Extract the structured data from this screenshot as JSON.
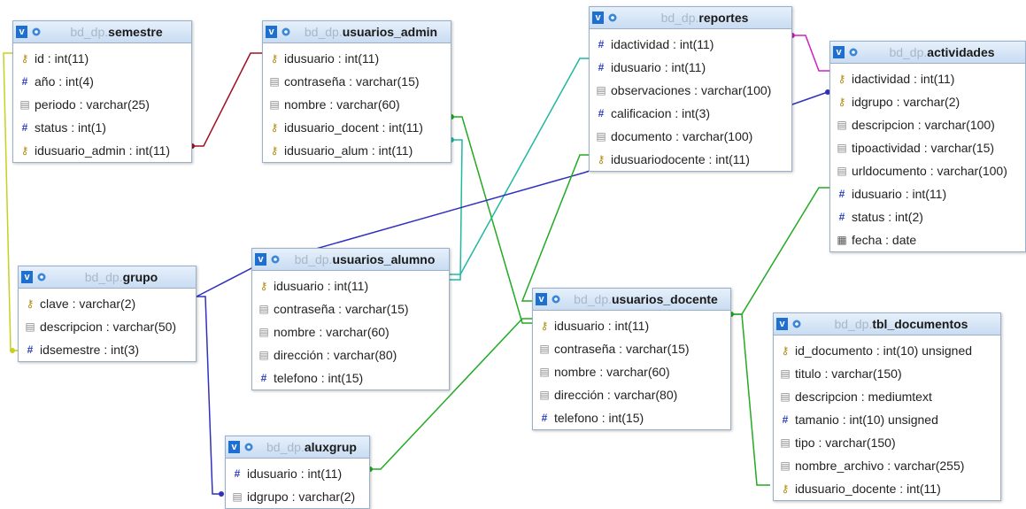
{
  "db_prefix": "bd_dp.",
  "tables": [
    {
      "id": "semestre",
      "name": "semestre",
      "cols": [
        {
          "icon": "key",
          "text": "id : int(11)"
        },
        {
          "icon": "hash",
          "text": "año : int(4)"
        },
        {
          "icon": "text",
          "text": "periodo : varchar(25)"
        },
        {
          "icon": "hash",
          "text": "status : int(1)"
        },
        {
          "icon": "key",
          "text": "idusuario_admin : int(11)"
        }
      ]
    },
    {
      "id": "usuarios_admin",
      "name": "usuarios_admin",
      "cols": [
        {
          "icon": "key",
          "text": "idusuario : int(11)"
        },
        {
          "icon": "text",
          "text": "contraseña : varchar(15)"
        },
        {
          "icon": "text",
          "text": "nombre : varchar(60)"
        },
        {
          "icon": "key",
          "text": "idusuario_docent : int(11)"
        },
        {
          "icon": "key",
          "text": "idusuario_alum : int(11)"
        }
      ]
    },
    {
      "id": "reportes",
      "name": "reportes",
      "cols": [
        {
          "icon": "hash",
          "text": "idactividad : int(11)"
        },
        {
          "icon": "hash",
          "text": "idusuario : int(11)"
        },
        {
          "icon": "text",
          "text": "observaciones : varchar(100)"
        },
        {
          "icon": "hash",
          "text": "calificacion : int(3)"
        },
        {
          "icon": "text",
          "text": "documento : varchar(100)"
        },
        {
          "icon": "key",
          "text": "idusuariodocente : int(11)"
        }
      ]
    },
    {
      "id": "actividades",
      "name": "actividades",
      "cols": [
        {
          "icon": "key",
          "text": "idactividad : int(11)"
        },
        {
          "icon": "key",
          "text": "idgrupo : varchar(2)"
        },
        {
          "icon": "text",
          "text": "descripcion : varchar(100)"
        },
        {
          "icon": "text",
          "text": "tipoactividad : varchar(15)"
        },
        {
          "icon": "text",
          "text": "urldocumento : varchar(100)"
        },
        {
          "icon": "hash",
          "text": "idusuario : int(11)"
        },
        {
          "icon": "hash",
          "text": "status : int(2)"
        },
        {
          "icon": "date",
          "text": "fecha : date"
        }
      ]
    },
    {
      "id": "grupo",
      "name": "grupo",
      "cols": [
        {
          "icon": "key",
          "text": "clave : varchar(2)"
        },
        {
          "icon": "text",
          "text": "descripcion : varchar(50)"
        },
        {
          "icon": "hash",
          "text": "idsemestre : int(3)"
        }
      ]
    },
    {
      "id": "usuarios_alumno",
      "name": "usuarios_alumno",
      "cols": [
        {
          "icon": "key",
          "text": "idusuario : int(11)"
        },
        {
          "icon": "text",
          "text": "contraseña : varchar(15)"
        },
        {
          "icon": "text",
          "text": "nombre : varchar(60)"
        },
        {
          "icon": "text",
          "text": "dirección : varchar(80)"
        },
        {
          "icon": "hash",
          "text": "telefono : int(15)"
        }
      ]
    },
    {
      "id": "usuarios_docente",
      "name": "usuarios_docente",
      "cols": [
        {
          "icon": "key",
          "text": "idusuario : int(11)"
        },
        {
          "icon": "text",
          "text": "contraseña : varchar(15)"
        },
        {
          "icon": "text",
          "text": "nombre : varchar(60)"
        },
        {
          "icon": "text",
          "text": "dirección : varchar(80)"
        },
        {
          "icon": "hash",
          "text": "telefono : int(15)"
        }
      ]
    },
    {
      "id": "tbl_documentos",
      "name": "tbl_documentos",
      "cols": [
        {
          "icon": "key",
          "text": "id_documento : int(10) unsigned"
        },
        {
          "icon": "text",
          "text": "titulo : varchar(150)"
        },
        {
          "icon": "text",
          "text": "descripcion : mediumtext"
        },
        {
          "icon": "hash",
          "text": "tamanio : int(10) unsigned"
        },
        {
          "icon": "text",
          "text": "tipo : varchar(150)"
        },
        {
          "icon": "text",
          "text": "nombre_archivo : varchar(255)"
        },
        {
          "icon": "key",
          "text": "idusuario_docente : int(11)"
        }
      ]
    },
    {
      "id": "aluxgrup",
      "name": "aluxgrup",
      "cols": [
        {
          "icon": "hash",
          "text": "idusuario : int(11)"
        },
        {
          "icon": "text",
          "text": "idgrupo : varchar(2)"
        }
      ]
    }
  ],
  "colors": {
    "header_v": "#1e6fd0",
    "relation_red": "#a01020",
    "relation_green": "#22aa22",
    "relation_teal": "#1fb8a0",
    "relation_blue": "#3030c0",
    "relation_magenta": "#d020c0",
    "relation_yellow": "#c8d020"
  }
}
